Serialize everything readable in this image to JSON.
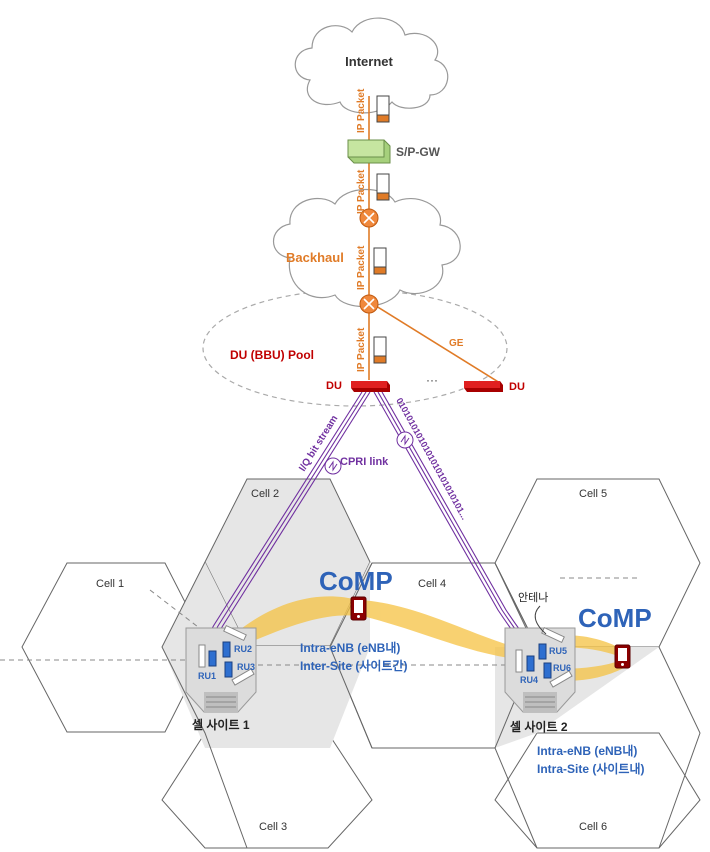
{
  "nodes": {
    "internet": "Internet",
    "spgw": "S/P-GW",
    "backhaul": "Backhaul",
    "du_pool": "DU (BBU) Pool",
    "du_left": "DU",
    "du_right": "DU",
    "ellipsis": "···",
    "ge": "GE"
  },
  "links": {
    "ip_packet_1": "IP Packet",
    "ip_packet_2": "IP Packet",
    "ip_packet_3": "IP Packet",
    "ip_packet_4": "IP Packet",
    "iq_stream": "I/Q bit stream",
    "cpri": "CPRI link",
    "bits": "01010101010101010101010101..."
  },
  "cells": {
    "cell1": "Cell 1",
    "cell2": "Cell 2",
    "cell3": "Cell 3",
    "cell4": "Cell 4",
    "cell5": "Cell 5",
    "cell6": "Cell 6"
  },
  "sites": {
    "site1": "셀 사이트 1",
    "site2": "셀 사이트 2",
    "antenna": "안테나",
    "ru1": "RU1",
    "ru2": "RU2",
    "ru3": "RU3",
    "ru4": "RU4",
    "ru5": "RU5",
    "ru6": "RU6"
  },
  "comp": {
    "label_a": "CoMP",
    "label_b": "CoMP",
    "inter_line1": "Intra-eNB (eNB내)",
    "inter_line2": "Inter-Site (사이트간)",
    "intra_line1": "Intra-eNB (eNB내)",
    "intra_line2": "Intra-Site (사이트내)"
  },
  "colors": {
    "orange": "#e07b27",
    "purple": "#7030a0",
    "red": "#c00000",
    "blue": "#2e63b8",
    "comp_beam": "#f5c242",
    "router": "#f0883c",
    "gateway": "#c6e5a0"
  }
}
